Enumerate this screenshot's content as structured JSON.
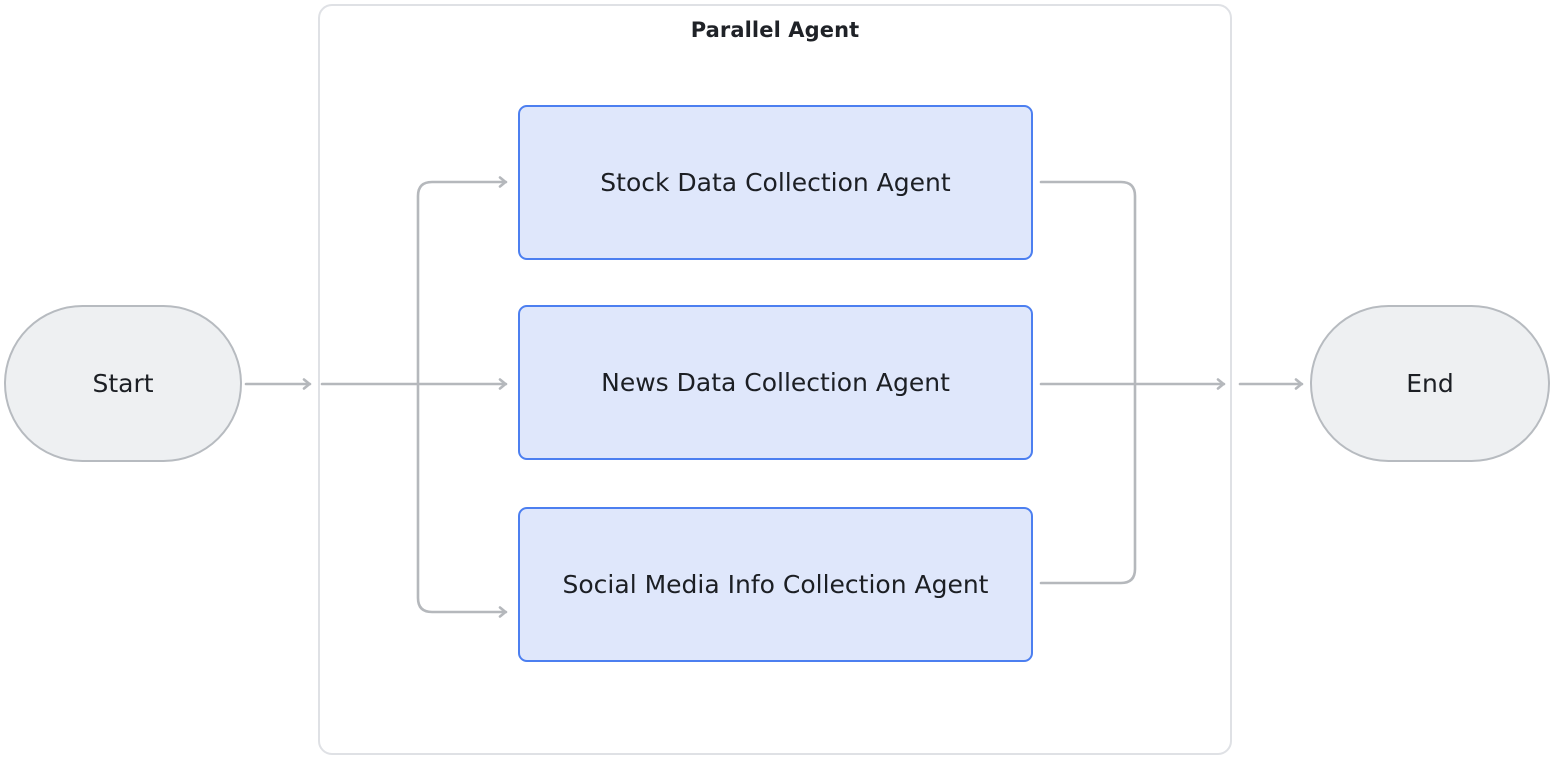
{
  "diagram": {
    "type": "flowchart",
    "orientation": "left-to-right",
    "background_color": "#ffffff",
    "group": {
      "title": "Parallel Agent",
      "border_color": "#dfe1e5",
      "fill_color": "#ffffff"
    },
    "terminals": [
      {
        "id": "start",
        "label": "Start",
        "shape": "stadium",
        "fill_color": "#eef0f2",
        "border_color": "#b7bbc0"
      },
      {
        "id": "end",
        "label": "End",
        "shape": "stadium",
        "fill_color": "#eef0f2",
        "border_color": "#b7bbc0"
      }
    ],
    "tasks": [
      {
        "id": "stock",
        "label": "Stock Data Collection Agent",
        "fill_color": "#dfe7fb",
        "border_color": "#4c7ff0"
      },
      {
        "id": "news",
        "label": "News Data Collection Agent",
        "fill_color": "#dfe7fb",
        "border_color": "#4c7ff0"
      },
      {
        "id": "social",
        "label": "Social Media Info Collection Agent",
        "fill_color": "#dfe7fb",
        "border_color": "#4c7ff0"
      }
    ],
    "edges": [
      {
        "from": "start",
        "to": "parallel-agent-group",
        "style": "arrow"
      },
      {
        "from": "fan-out",
        "to": "stock",
        "style": "arrow"
      },
      {
        "from": "fan-out",
        "to": "news",
        "style": "arrow"
      },
      {
        "from": "fan-out",
        "to": "social",
        "style": "arrow"
      },
      {
        "from": "stock",
        "to": "fan-in",
        "style": "line"
      },
      {
        "from": "news",
        "to": "fan-in",
        "style": "line"
      },
      {
        "from": "social",
        "to": "fan-in",
        "style": "line"
      },
      {
        "from": "fan-in",
        "to": "parallel-agent-group-exit",
        "style": "arrow"
      },
      {
        "from": "parallel-agent-group-exit",
        "to": "end",
        "style": "arrow"
      }
    ],
    "edge_color": "#b5b8bc"
  }
}
